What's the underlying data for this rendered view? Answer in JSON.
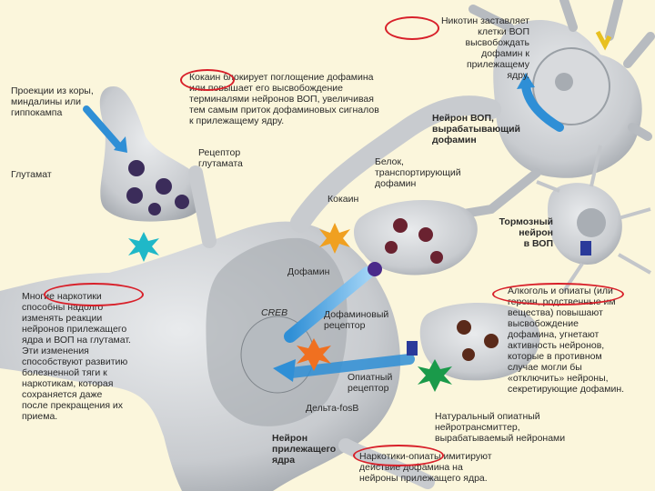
{
  "colors": {
    "background": "#fbf6dc",
    "neuron": "#c9ccd0",
    "neuron_dark": "#8d9298",
    "arrow_blue": "#2f8fd6",
    "highlight_red": "#d8202a"
  },
  "labels": {
    "nicotine": "Никотин заставляет\nклетки ВОП\nвысвобождать\nдофамин к\nприлежащему\nядру.",
    "cocaine_note": "Кокаин блокирует поглощение дофамина\nили повышает его высвобождение\nтерминалями нейронов ВОП, увеличивая\nтем самым приток дофаминовых сигналов\nк прилежащему ядру.",
    "projections": "Проекции из коры,\nминдалины или\nгиппокампа",
    "vop_neuron": "Нейрон ВОП,\nвырабатывающий\nдофамин",
    "glutamate_receptor": "Рецептор\nглутамата",
    "transporter": "Белок,\nтранспортирующий\nдофамин",
    "glutamate": "Глутамат",
    "cocaine": "Кокаин",
    "inhibitory_neuron": "Тормозный\nнейрон\nв ВОП",
    "dopamine": "Дофамин",
    "alcohol_opiates": "Алкоголь и опиаты (или\nгероин, родственные им\nвещества) повышают\nвысвобождение\nдофамина, угнетают\nактивность нейронов,\nкоторые в противном\nслучае могли бы\n«отключить» нейроны,\nсекретирующие дофамин.",
    "many_drugs": "Многие наркотики\nспособны надолго\nизменять реакции\nнейронов прилежащего\nядра и ВОП на глутамат.\nЭти изменения\nспособствуют развитию\nболезненной тяги к\nнаркотикам, которая\nсохраняется даже\nпосле прекращения их\nприема.",
    "creb": "CREB",
    "dopamine_receptor": "Дофаминовый\nрецептор",
    "opiate_receptor": "Опиатный\nрецептор",
    "delta_fosb": "Дельта-fosB",
    "natural_neurotransmitter": "Натуральный опиатный\nнейротрансмиттер,\nвырабатываемый нейронами",
    "accumbens_neuron": "Нейрон\nприлежащего\nядра",
    "drugs_opiates": "Наркотики-опиаты имитируют\nдействие дофамина на\nнейроны прилежащего ядра."
  }
}
